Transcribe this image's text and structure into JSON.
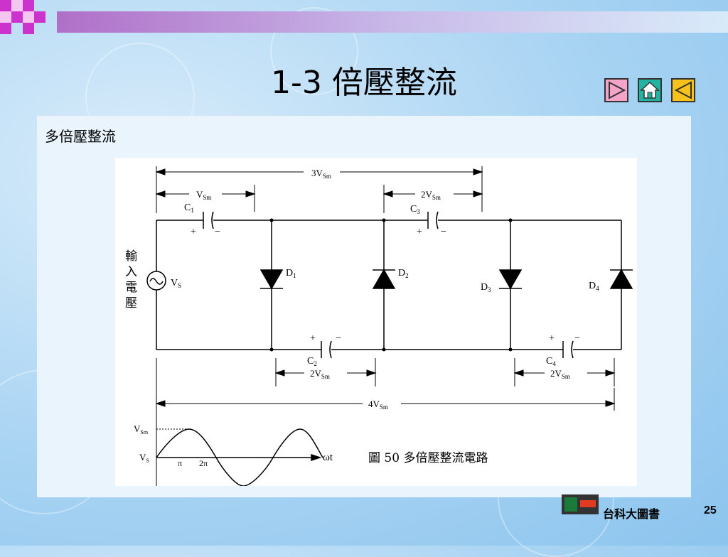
{
  "slide": {
    "title": "1-3 倍壓整流",
    "subtitle": "多倍壓整流",
    "page_number": "25",
    "brand": "台科大圖書"
  },
  "nav": {
    "next_icon": "play-right-icon",
    "home_icon": "home-icon",
    "prev_icon": "play-left-icon",
    "next_color": "#f4a3c9",
    "home_color": "#22b3a2",
    "prev_color": "#f7c21b"
  },
  "figure": {
    "caption": "圖 50  多倍壓整流電路",
    "input_label": [
      "輸",
      "入",
      "電",
      "壓"
    ],
    "source": "V",
    "source_sub": "S",
    "dim_3vsm": "3V",
    "dim_vsm": "V",
    "dim_2vsm_top": "2V",
    "dim_2vsm_c2": "2V",
    "dim_2vsm_c4": "2V",
    "dim_4vsm": "4V",
    "sub_sm": "Sm",
    "c1": "C",
    "c1_sub": "1",
    "c2": "C",
    "c2_sub": "2",
    "c3": "C",
    "c3_sub": "3",
    "c4": "C",
    "c4_sub": "4",
    "d1": "D",
    "d1_sub": "1",
    "d2": "D",
    "d2_sub": "2",
    "d3": "D",
    "d3_sub": "3",
    "d4": "D",
    "d4_sub": "4",
    "plus": "+",
    "minus": "−",
    "wave_vsm": "V",
    "wave_vs": "V",
    "wave_pi": "π",
    "wave_2pi": "2π",
    "wave_axis": "ωt"
  }
}
